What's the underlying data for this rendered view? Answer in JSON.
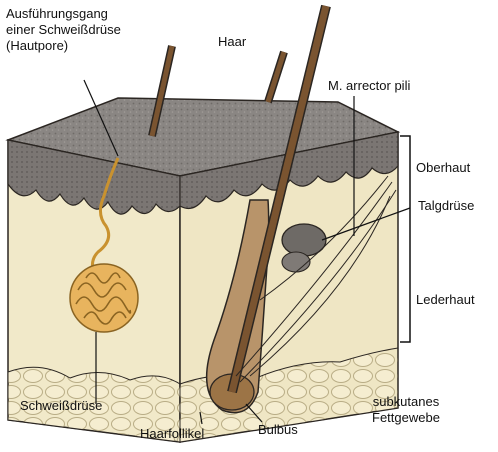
{
  "labels": {
    "ausfuehrungsgang": "Ausführungsgang\neiner Schweißdrüse\n(Hautpore)",
    "haar": "Haar",
    "arrector": "M. arrector pili",
    "oberhaut": "Oberhaut",
    "talgdruese": "Talgdrüse",
    "lederhaut": "Lederhaut",
    "schweissdruese": "Schweißdrüse",
    "haarfollikel": "Haarfollikel",
    "bulbus": "Bulbus",
    "subkutanes": "subkutanes\nFettgewebe"
  },
  "colors": {
    "epidermis": "#8a8683",
    "epidermis_dark": "#5e5a58",
    "dermis": "#f1e9c9",
    "hair": "#7a5430",
    "gland": "#e8b45e",
    "sebaceous": "#6e6a66",
    "fat": "#f4eccd",
    "outline": "#2b2622"
  },
  "icons": [
    "skin-cross-section-illustration"
  ]
}
